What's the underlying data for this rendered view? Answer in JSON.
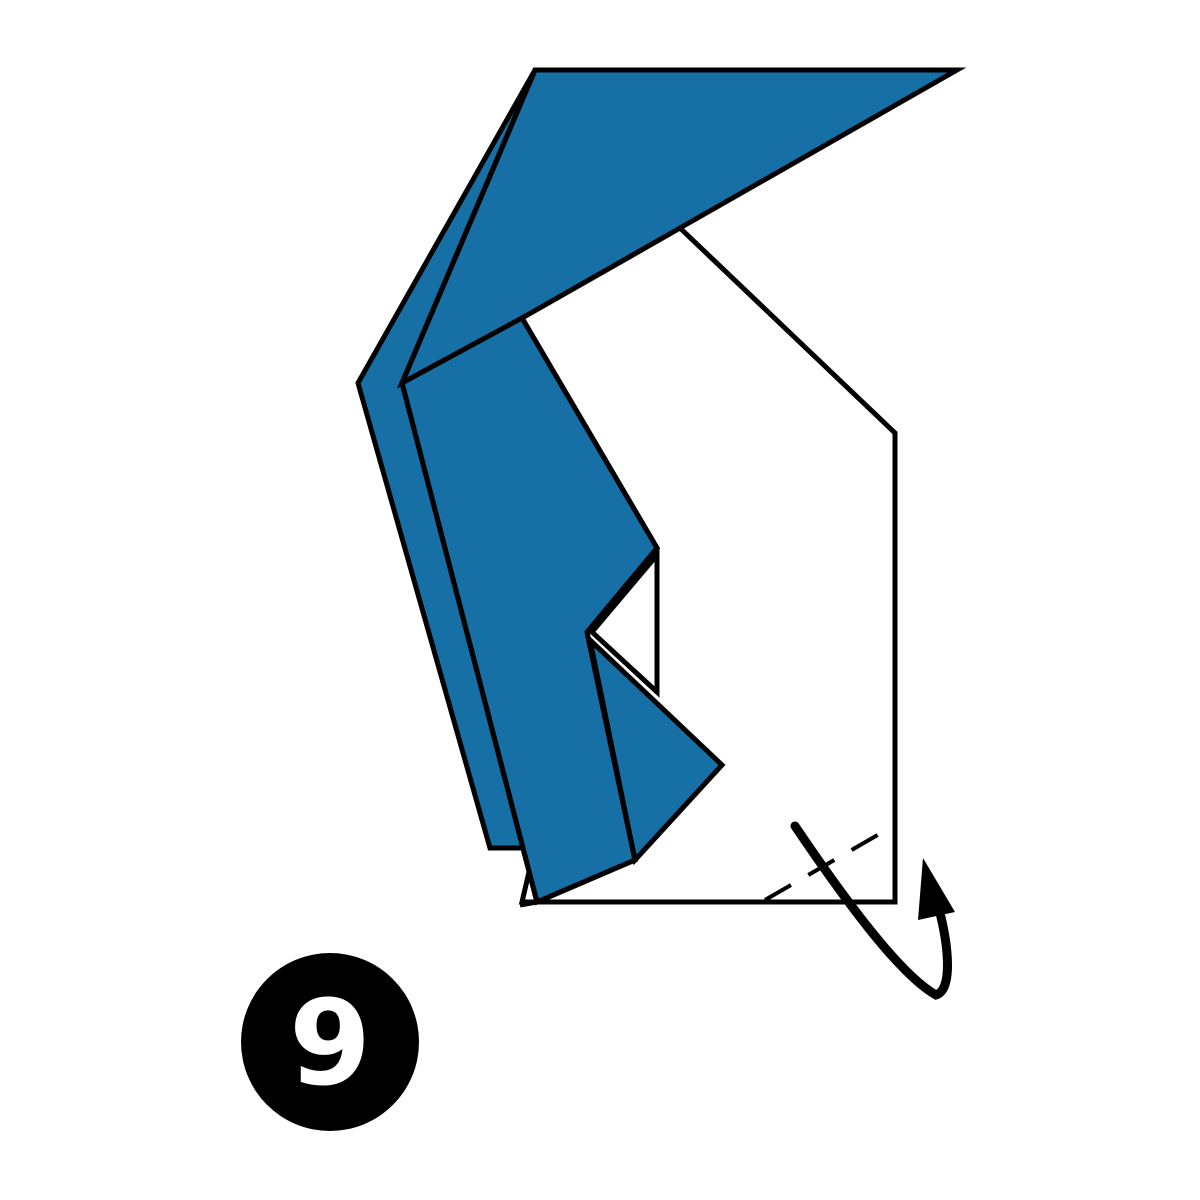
{
  "step": {
    "number": "9"
  },
  "colors": {
    "paper_front": "#1670a5",
    "paper_back": "#ffffff",
    "outline": "#000000",
    "badge_background": "#000000",
    "badge_text": "#ffffff"
  },
  "icons": {
    "fold_arrow": "curved-turn-over-arrow",
    "fold_line": "valley-fold-dashed-line"
  }
}
